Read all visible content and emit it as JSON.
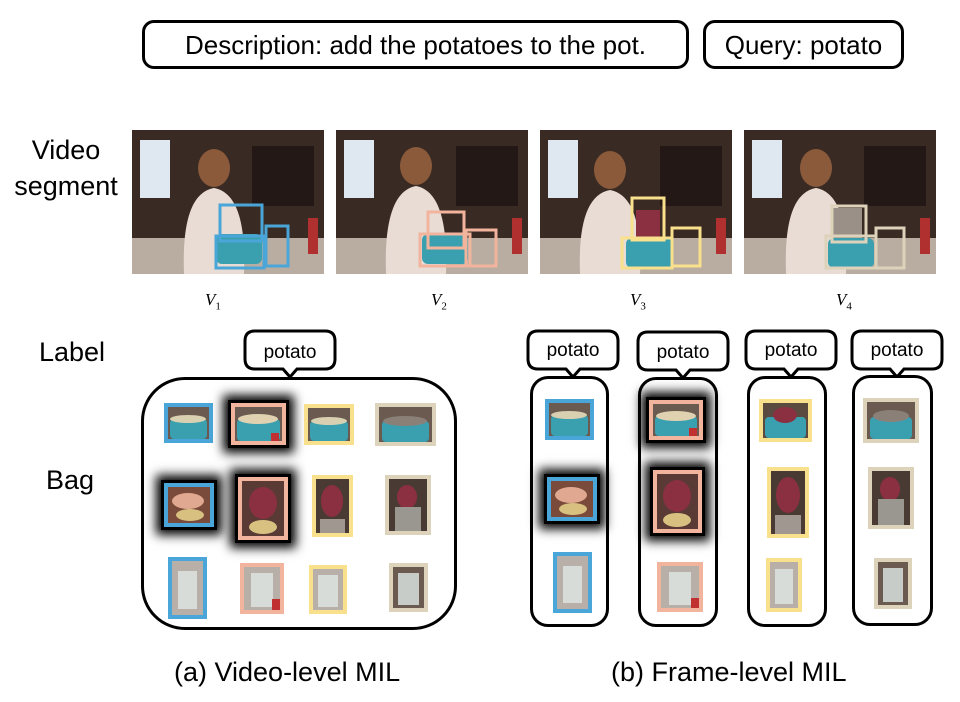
{
  "top_description": "Description: add the potatoes to the pot.",
  "top_query": "Query: potato",
  "row_labels": {
    "video_line1": "Video",
    "video_line2": "segment",
    "label": "Label",
    "bag": "Bag"
  },
  "segments": [
    {
      "name": "V",
      "sub": "1",
      "box_color": "#4aa6d8"
    },
    {
      "name": "V",
      "sub": "2",
      "box_color": "#f2b49c"
    },
    {
      "name": "V",
      "sub": "3",
      "box_color": "#f8e08c"
    },
    {
      "name": "V",
      "sub": "4",
      "box_color": "#ddd2ba"
    }
  ],
  "label_word": "potato",
  "captions": {
    "video_level": "(a) Video-level MIL",
    "frame_level": "(b) Frame-level MIL"
  }
}
